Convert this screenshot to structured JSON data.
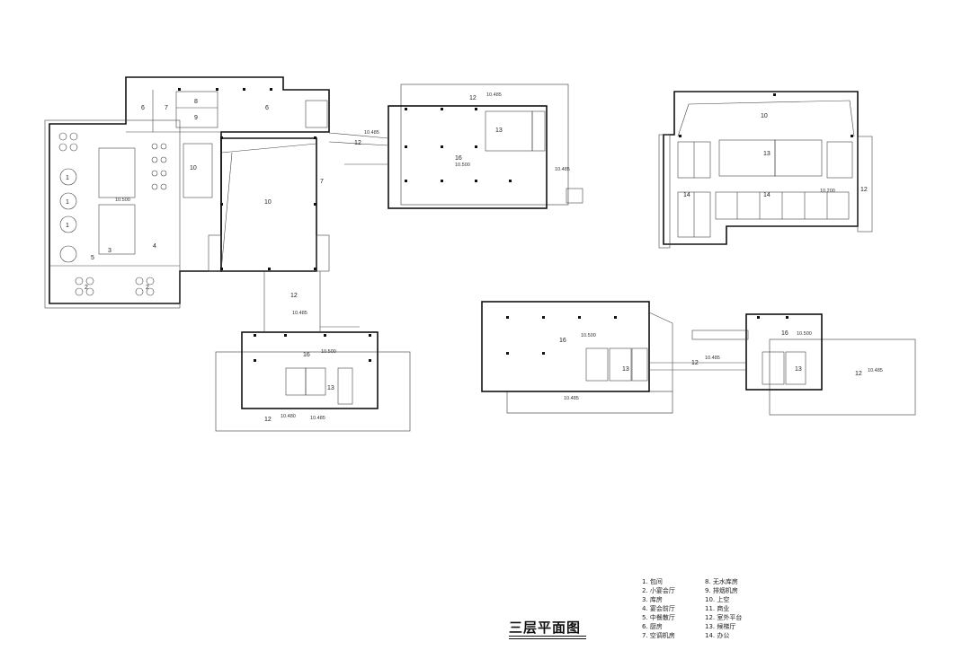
{
  "drawing_title": "三层平面图",
  "legend": {
    "col_a": [
      "1. 包间",
      "2. 小宴会厅",
      "3. 库房",
      "4. 宴会前厅",
      "5. 中餐散厅",
      "6. 厨房",
      "7. 空调机房"
    ],
    "col_b": [
      "8. 无水库房",
      "9. 排烟机房",
      "10. 上空",
      "11. 商业",
      "12. 室外平台",
      "13. 候梯厅",
      "14. 办公"
    ]
  },
  "room_labels": {
    "r1a": "1",
    "r1b": "1",
    "r1c": "1",
    "r2a": "2",
    "r2b": "2",
    "r3": "3",
    "r4": "4",
    "r5": "5",
    "r6a": "6",
    "r6b": "6",
    "r7a": "7",
    "r7b": "7",
    "r8": "8",
    "r9": "9",
    "r10a": "10",
    "r10b": "10",
    "r10c": "10",
    "r12a": "12",
    "r12b": "12",
    "r12c": "12",
    "r12d": "12",
    "r12e": "12",
    "r12f": "12",
    "r13a": "13",
    "r13b": "13",
    "r13c": "13",
    "r13d": "13",
    "r13e": "13",
    "r14a": "14",
    "r14b": "14",
    "r16a": "16",
    "r16b": "16",
    "r16c": "16",
    "r16d": "16"
  },
  "levels": {
    "l1": "10.500",
    "l2": "10.485",
    "l3": "10.485",
    "l4": "10.500",
    "l5": "10.485",
    "l6": "10.485",
    "l7": "10.500",
    "l8": "10.480",
    "l9": "10.485",
    "l10": "10.200",
    "l11": "10.500",
    "l12": "10.485",
    "l13": "10.485",
    "l14": "10.500",
    "l15": "10.485"
  }
}
